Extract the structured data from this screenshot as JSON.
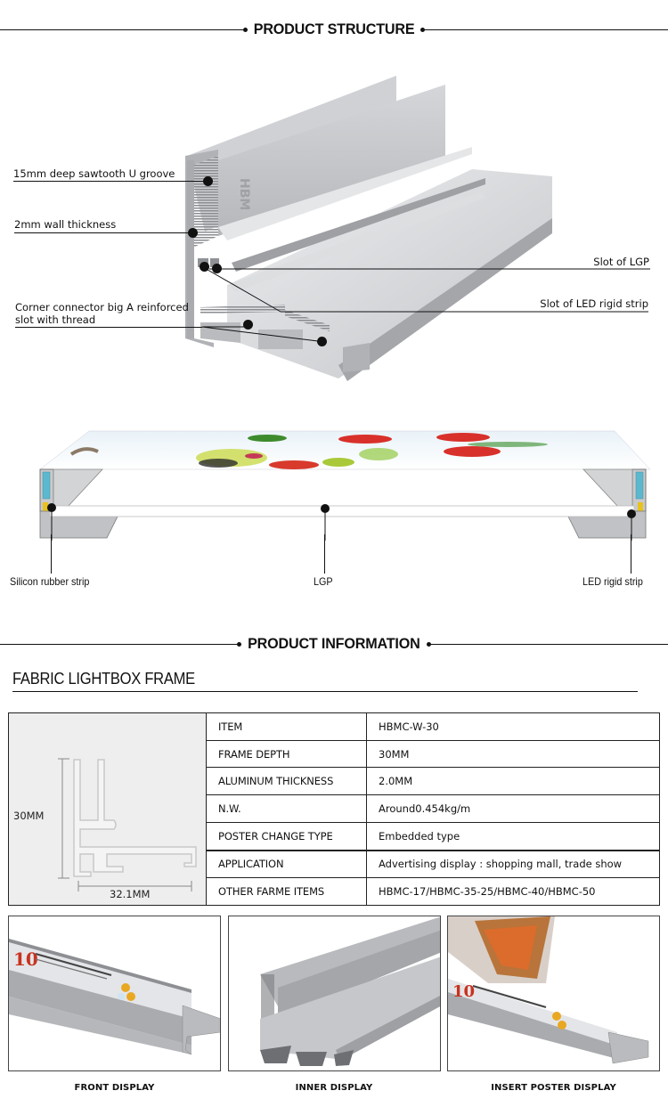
{
  "structure_section": {
    "title": "PRODUCT STRUCTURE",
    "profile_callouts": {
      "left": [
        {
          "label": "15mm deep  sawtooth U groove"
        },
        {
          "label": "2mm wall thickness"
        },
        {
          "label_line1": "Corner connector big A reinforced",
          "label_line2": "slot with thread"
        }
      ],
      "right": [
        {
          "label": "Slot of LGP"
        },
        {
          "label": "Slot of LED rigid strip"
        }
      ],
      "engraved_mark": "HBM"
    },
    "cross_section_callouts": [
      {
        "label": "Silicon rubber strip"
      },
      {
        "label": "LGP"
      },
      {
        "label": "LED rigid strip"
      }
    ]
  },
  "information_section": {
    "title": "PRODUCT INFORMATION",
    "product_name": "FABRIC LIGHTBOX FRAME",
    "diagram": {
      "height_label": "30MM",
      "width_label": "32.1MM"
    },
    "specs": [
      {
        "key": "ITEM",
        "value": "HBMC-W-30"
      },
      {
        "key": "FRAME DEPTH",
        "value": "30MM"
      },
      {
        "key": "ALUMINUM THICKNESS",
        "value": "2.0MM"
      },
      {
        "key": "N.W.",
        "value": "Around0.454kg/m"
      },
      {
        "key": "POSTER CHANGE TYPE",
        "value": "Embedded type"
      },
      {
        "key": "APPLICATION",
        "value": "Advertising display : shopping mall, trade show"
      },
      {
        "key": "OTHER FARME ITEMS",
        "value": "HBMC-17/HBMC-35-25/HBMC-40/HBMC-50"
      }
    ]
  },
  "gallery": [
    {
      "caption": "FRONT DISPLAY",
      "badge": "10"
    },
    {
      "caption": "INNER DISPLAY"
    },
    {
      "caption": "INSERT POSTER DISPLAY",
      "badge": "10"
    }
  ],
  "colors": {
    "aluminum_light": "#d9dadc",
    "aluminum_mid": "#b9bbbe",
    "aluminum_dark": "#8e9094",
    "silicon_strip": "#5bb8cf",
    "led_strip": "#e8c21e",
    "badge_red": "#c8321e",
    "spec_image_bg": "#eeeeee"
  }
}
